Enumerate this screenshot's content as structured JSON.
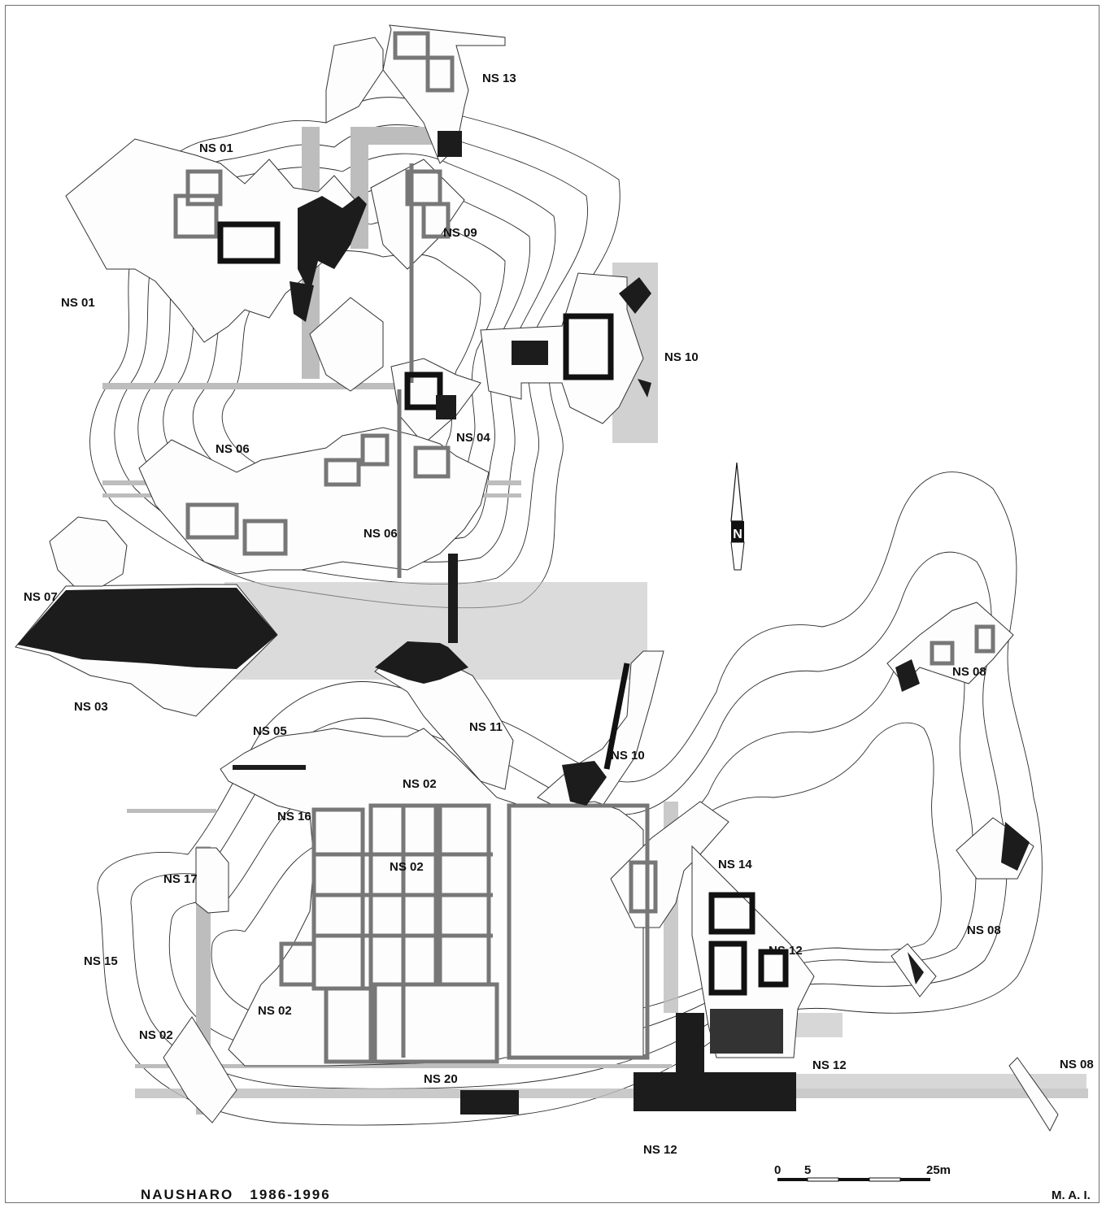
{
  "map": {
    "title": "NAUSHARO   1986-1996",
    "credit": "M. A. I.",
    "north_arrow_letter": "N",
    "scale_bar": {
      "zero": "0",
      "five": "5",
      "end": "25m"
    },
    "site_labels": [
      "NS 13",
      "NS 01",
      "NS 09",
      "NS 01",
      "NS 10",
      "NS 04",
      "NS 06",
      "NS 06",
      "NS 07",
      "NS 03",
      "NS 08",
      "NS 11",
      "NS 05",
      "NS 10",
      "NS 02",
      "NS 16",
      "NS 02",
      "NS 17",
      "NS 14",
      "NS 15",
      "NS 12",
      "NS 08",
      "NS 02",
      "NS 02",
      "NS 12",
      "NS 08",
      "NS 20",
      "NS 12"
    ],
    "colors": {
      "ink": "#111111",
      "grey_fill": "#bdbdbd",
      "dark_fill": "#1c1c1c",
      "paper": "#ffffff"
    }
  }
}
